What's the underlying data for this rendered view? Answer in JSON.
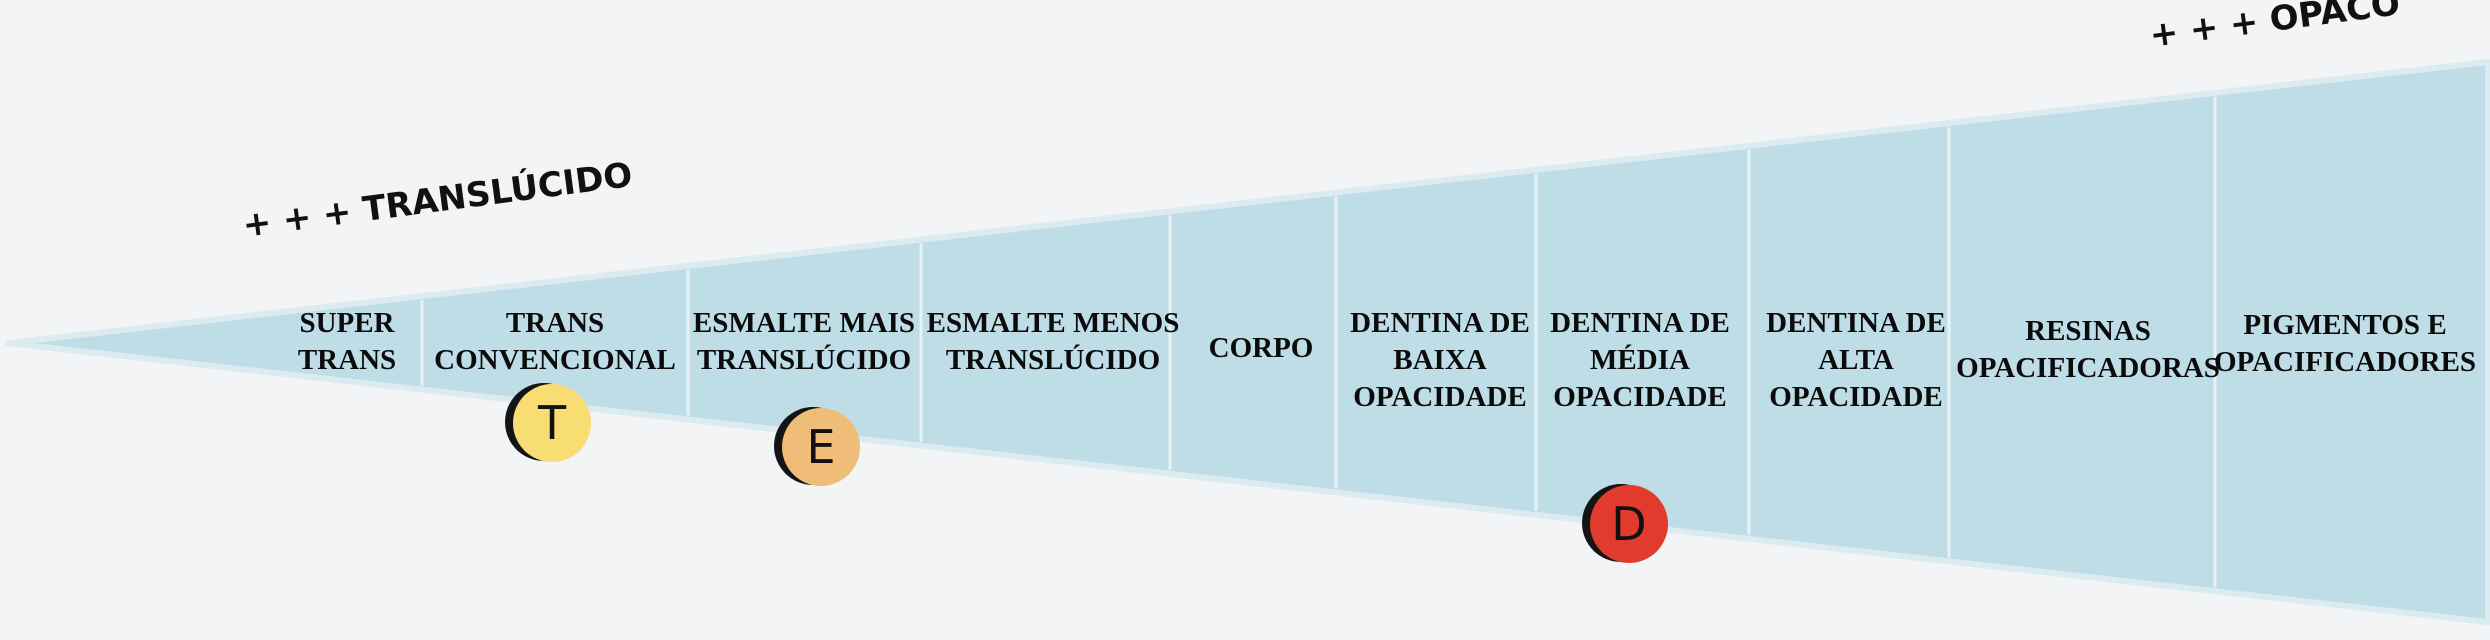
{
  "left_label": "+ + + TRANSLÚCIDO",
  "right_label": "+ + + OPACO",
  "colors": {
    "wedge_fill": "#bfdde6",
    "wedge_edge": "#dcebf0",
    "divider": "#e8f2f5",
    "background": "#f2f4f6"
  },
  "categories": [
    "SUPER\nTRANS",
    "TRANS\nCONVENCIONAL",
    "ESMALTE MAIS\nTRANSLÚCIDO",
    "ESMALTE MENOS\nTRANSLÚCIDO",
    "CORPO",
    "DENTINA DE\nBAIXA\nOPACIDADE",
    "DENTINA DE\nMÉDIA\nOPACIDADE",
    "DENTINA DE\nALTA\nOPACIDADE",
    "RESINAS\nOPACIFICADORAS",
    "PIGMENTOS E\nOPACIFICADORES"
  ],
  "markers": [
    {
      "letter": "T",
      "color": "#f7dd72",
      "category": "TRANS\nCONVENCIONAL"
    },
    {
      "letter": "E",
      "color": "#f0bd78",
      "category": "ESMALTE MAIS\nTRANSLÚCIDO"
    },
    {
      "letter": "D",
      "color": "#e03b2c",
      "category": "DENTINA DE\nMÉDIA\nOPACIDADE"
    }
  ]
}
